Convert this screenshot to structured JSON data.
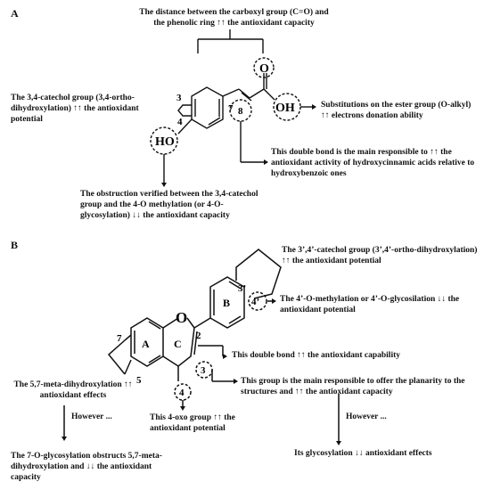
{
  "panels": [
    "A",
    "B"
  ],
  "panel_a": {
    "notes": {
      "carboxyl_distance": "The distance between the carboxyl group (C=O) and the phenolic ring ↑↑ the antioxidant capacity",
      "catechol": "The 3,4-catechol group (3,4-ortho-dihydroxylation) ↑↑ the antioxidant potential",
      "ester": "Substitutions on the ester group (O-alkyl) ↑↑ electrons donation ability",
      "double_bond": "This double bond is the main responsible to ↑↑ the antioxidant activity of hydroxycinnamic acids relative to hydroxybenzoic ones",
      "obstruction": "The obstruction verified between the 3,4-catechol group and the 4-O methylation (or 4-O-glycosylation) ↓↓ the antioxidant capacity"
    },
    "atoms": {
      "O": "O",
      "OH": "OH",
      "HO": "HO",
      "n3": "3",
      "n4": "4",
      "n7": "7",
      "n8": "8"
    }
  },
  "panel_b": {
    "notes": {
      "catechol_b": "The 3’,4’-catechol group (3’,4’-ortho-dihydroxylation) ↑↑ the antioxidant potential",
      "methylation_b": "The 4’-O-methylation or 4’-O-glycosilation ↓↓ the antioxidant potential",
      "double_bond_c": "This double bond ↑↑ the antioxidant capability",
      "planarity": "This group is the main responsible to offer the planarity to the structures and ↑↑ the antioxidant capacity",
      "however_right": "However ...",
      "glycosylation": "Its glycosylation ↓↓ antioxidant effects",
      "meta_dihydroxylation": "The 5,7-meta-dihydroxylation ↑↑ antioxidant effects",
      "however_left": "However ...",
      "obstructs": "The 7-O-glycosylation obstructs 5,7-meta-dihydroxylation and ↓↓ the antioxidant capacity",
      "oxo": "This 4-oxo group ↑↑ the antioxidant potential"
    },
    "atoms": {
      "O": "O",
      "A": "A",
      "B": "B",
      "C": "C",
      "n2": "2",
      "n3": "3",
      "n4": "4",
      "n5": "5",
      "n7": "7",
      "n3p": "3’",
      "n4p": "4’"
    }
  }
}
